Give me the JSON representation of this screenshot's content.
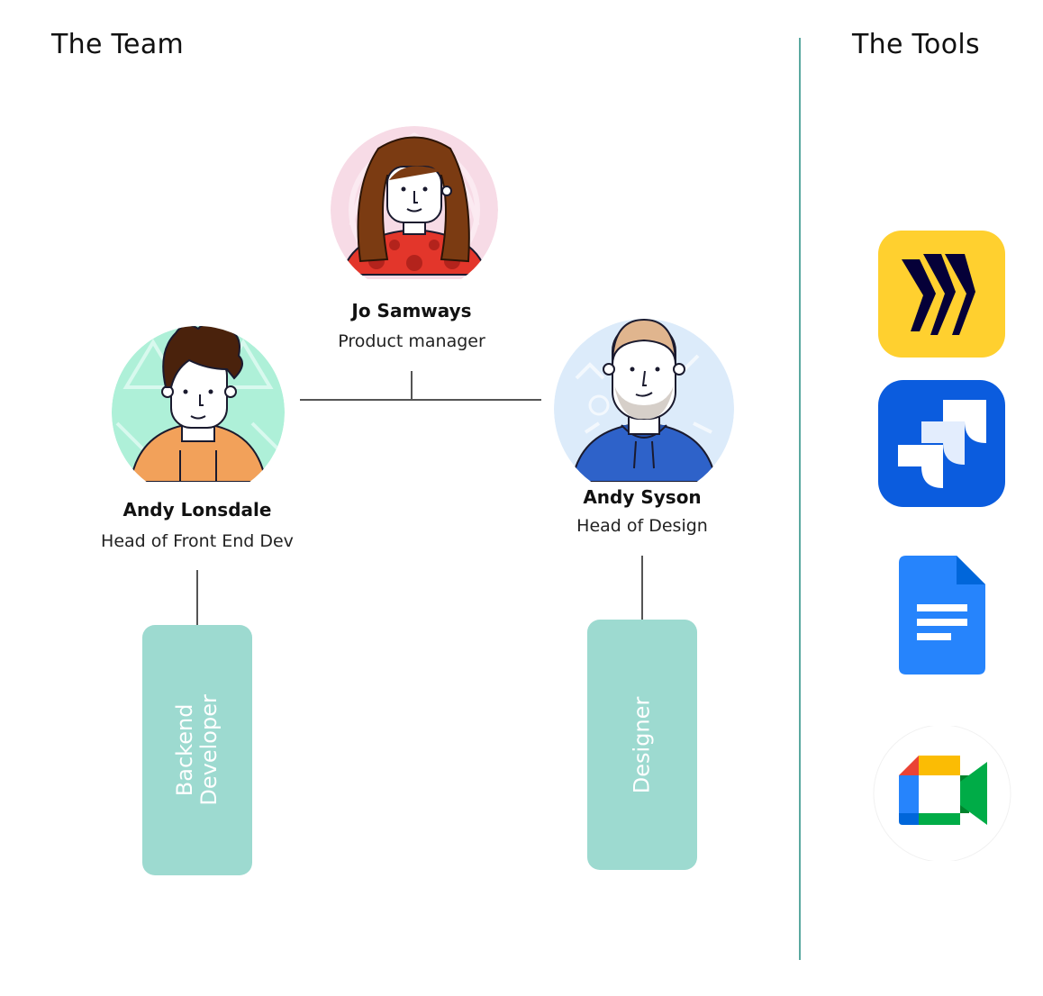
{
  "team": {
    "heading": "The Team",
    "members": {
      "jo": {
        "name": "Jo Samways",
        "role": "Product manager"
      },
      "lonsdale": {
        "name": "Andy Lonsdale",
        "role": "Head of Front End Dev"
      },
      "syson": {
        "name": "Andy Syson",
        "role": "Head of Design"
      }
    },
    "cards": {
      "backend": "Backend\nDeveloper",
      "designer": "Designer"
    }
  },
  "tools": {
    "heading": "The Tools",
    "items": [
      {
        "icon": "miro-icon",
        "color": "#FFD02F"
      },
      {
        "icon": "jira-icon",
        "color": "#0052CC"
      },
      {
        "icon": "google-docs-icon",
        "color": "#2684FC"
      },
      {
        "icon": "google-meet-icon",
        "color": "#00AC47"
      }
    ]
  },
  "colors": {
    "card": "#9DDAD0",
    "divider": "#5AA8A0"
  }
}
